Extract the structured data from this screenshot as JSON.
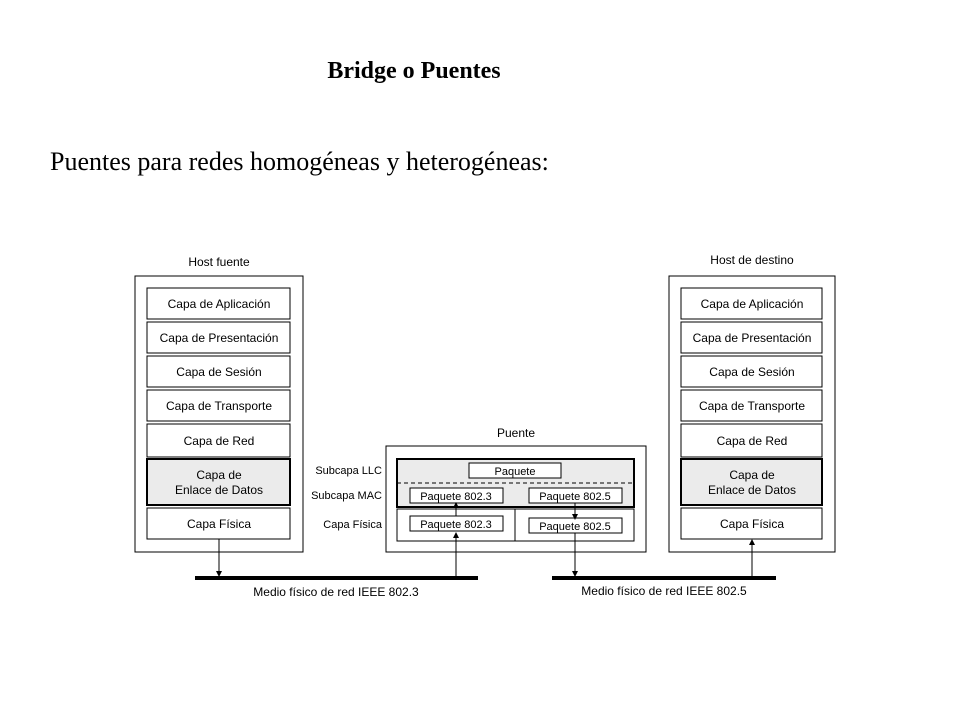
{
  "title": "Bridge o Puentes",
  "subtitle": "Puentes para redes homogéneas  y heterogéneas:",
  "diagram": {
    "host_source": {
      "label": "Host fuente",
      "layers": [
        "Capa de Aplicación",
        "Capa de Presentación",
        "Capa de Sesión",
        "Capa de Transporte",
        "Capa de Red",
        "Capa de",
        "Enlace de Datos",
        "Capa Física"
      ]
    },
    "host_dest": {
      "label": "Host de destino",
      "layers": [
        "Capa de Aplicación",
        "Capa de Presentación",
        "Capa de Sesión",
        "Capa de Transporte",
        "Capa de Red",
        "Capa de",
        "Enlace de Datos",
        "Capa Física"
      ]
    },
    "bridge": {
      "label": "Puente",
      "sublayer_llc": "Subcapa LLC",
      "sublayer_mac": "Subcapa MAC",
      "physical": "Capa Física",
      "packet": "Paquete",
      "packet_8023": "Paquete 802.3",
      "packet_8025": "Paquete 802.5"
    },
    "medium_8023": "Medio físico de red IEEE 802.3",
    "medium_8025": "Medio físico de red IEEE 802.5",
    "colors": {
      "stroke": "#000000",
      "shaded": "#ebebeb"
    }
  }
}
